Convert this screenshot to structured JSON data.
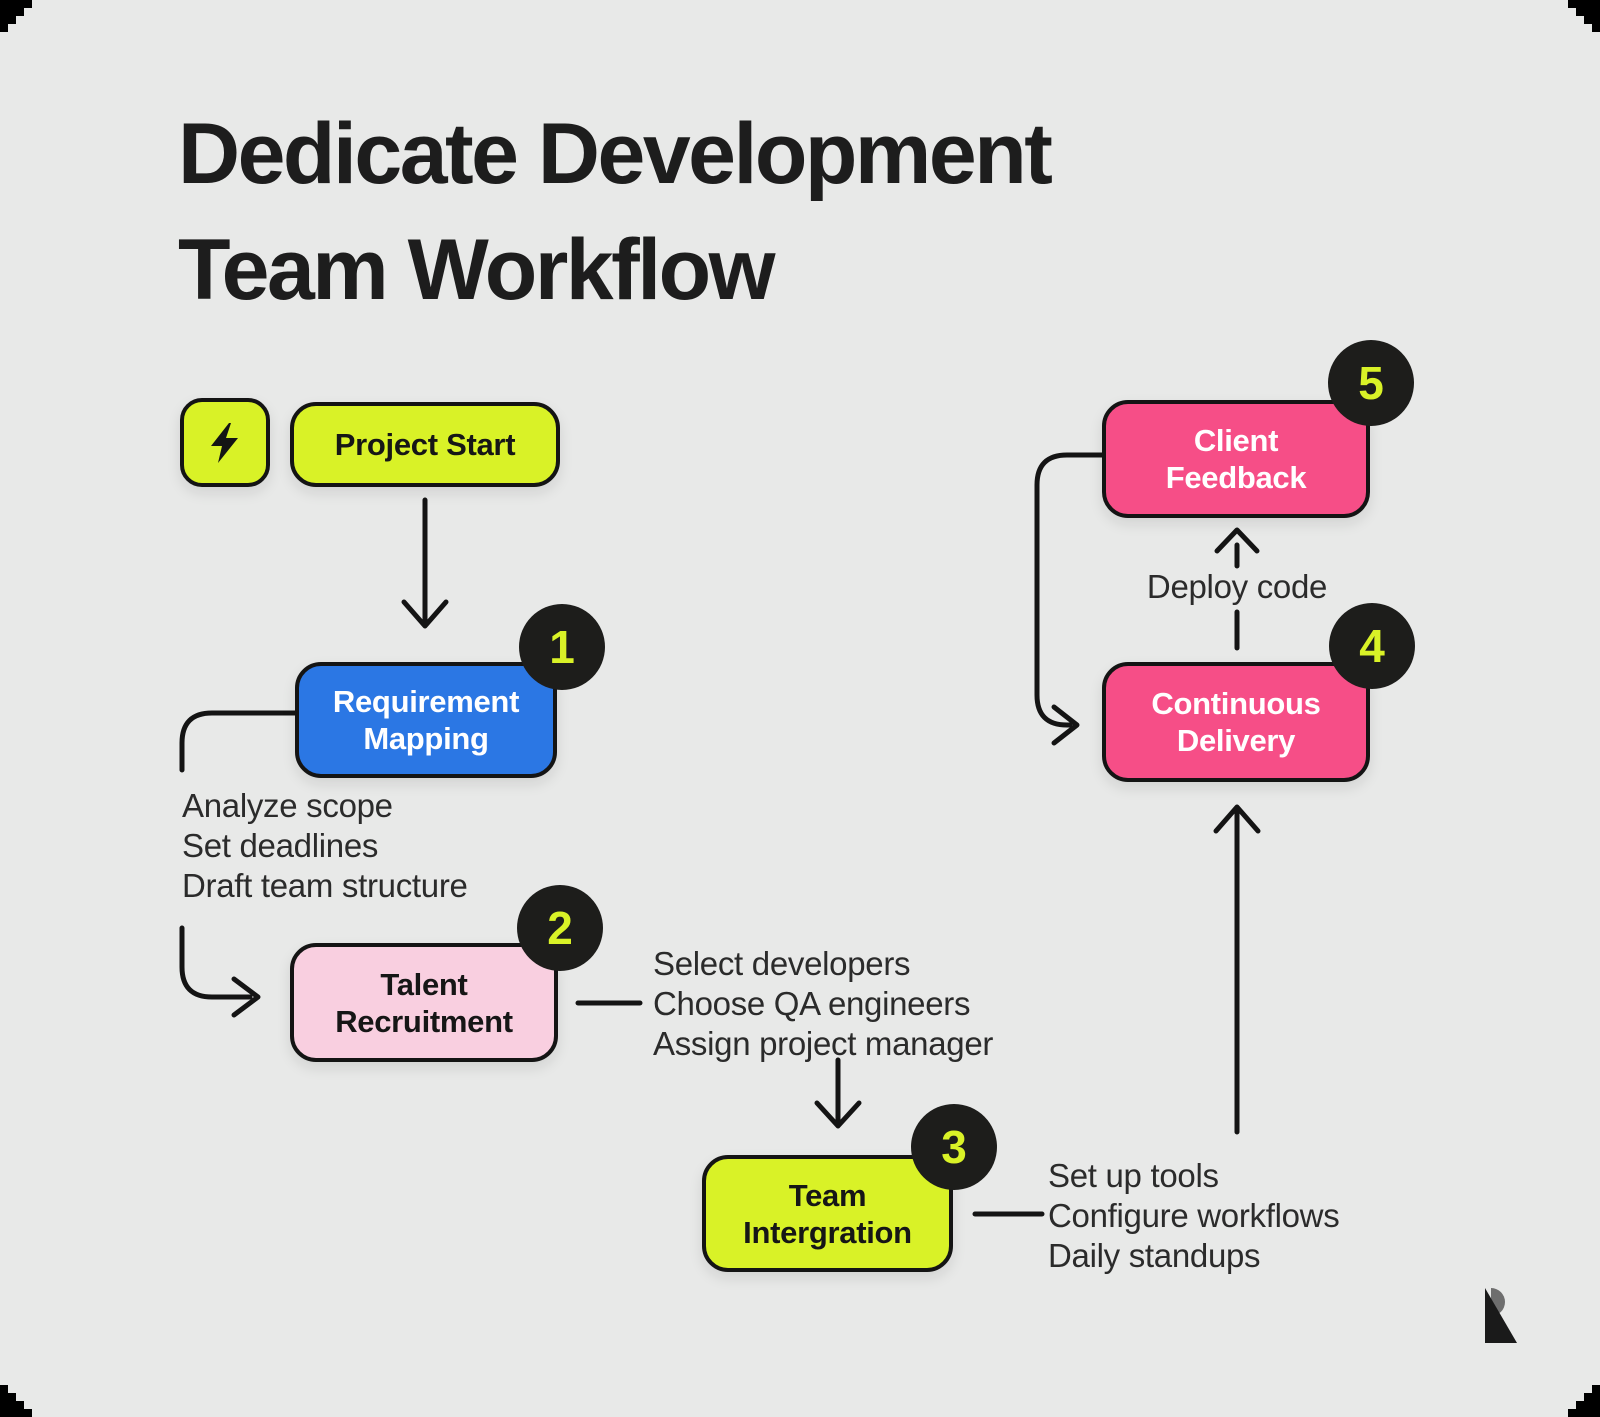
{
  "title": {
    "line1": "Dedicate Development",
    "line2": "Team Workflow"
  },
  "colors": {
    "background": "#e8e9e8",
    "frame": "#000000",
    "ink": "#141414",
    "chartreuse": "#d9f227",
    "blue": "#2b77e4",
    "light_pink": "#f9cfe0",
    "magenta": "#f64e87",
    "badge_bg": "#1d1d1b",
    "badge_text": "#d9f227",
    "note_text": "#2b2b2b",
    "logo_dark": "#1a1a1a",
    "logo_gray": "#6e6e6e"
  },
  "nodes": {
    "project_start": {
      "label": "Project Start"
    },
    "requirement_mapping": {
      "label": "Requirement Mapping",
      "badge": "1"
    },
    "talent_recruitment": {
      "label": "Talent Recruitment",
      "badge": "2"
    },
    "team_integration": {
      "label": "Team Intergration",
      "badge": "3"
    },
    "continuous_delivery": {
      "label": "Continuous Delivery",
      "badge": "4"
    },
    "client_feedback": {
      "label": "Client Feedback",
      "badge": "5"
    }
  },
  "notes": {
    "requirement_mapping": {
      "lines": [
        "Analyze scope",
        "Set deadlines",
        "Draft team structure"
      ]
    },
    "talent_recruitment": {
      "lines": [
        "Select developers",
        "Choose QA engineers",
        "Assign project manager"
      ]
    },
    "team_integration": {
      "lines": [
        "Set up tools",
        "Configure workflows",
        "Daily standups"
      ]
    }
  },
  "edge_labels": {
    "deploy": "Deploy code"
  },
  "icons": {
    "start": "lightning-icon",
    "logo": "ramotion-r-logo"
  }
}
